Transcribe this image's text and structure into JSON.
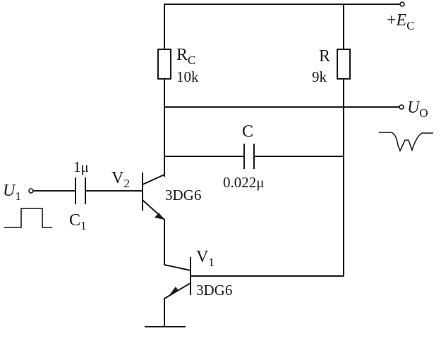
{
  "supply": {
    "sign": "+",
    "symbol": "E",
    "sub": "C"
  },
  "output": {
    "symbol": "U",
    "sub": "O"
  },
  "input": {
    "symbol": "U",
    "sub": "1"
  },
  "rc": {
    "symbol": "R",
    "sub": "C",
    "value": "10k"
  },
  "r": {
    "symbol": "R",
    "value": "9k"
  },
  "c": {
    "symbol": "C",
    "value": "0.022μ"
  },
  "c1": {
    "symbol": "C",
    "sub": "1",
    "value": "1μ"
  },
  "v2": {
    "symbol": "V",
    "sub": "2",
    "part": "3DG6"
  },
  "v1": {
    "symbol": "V",
    "sub": "1",
    "part": "3DG6"
  }
}
